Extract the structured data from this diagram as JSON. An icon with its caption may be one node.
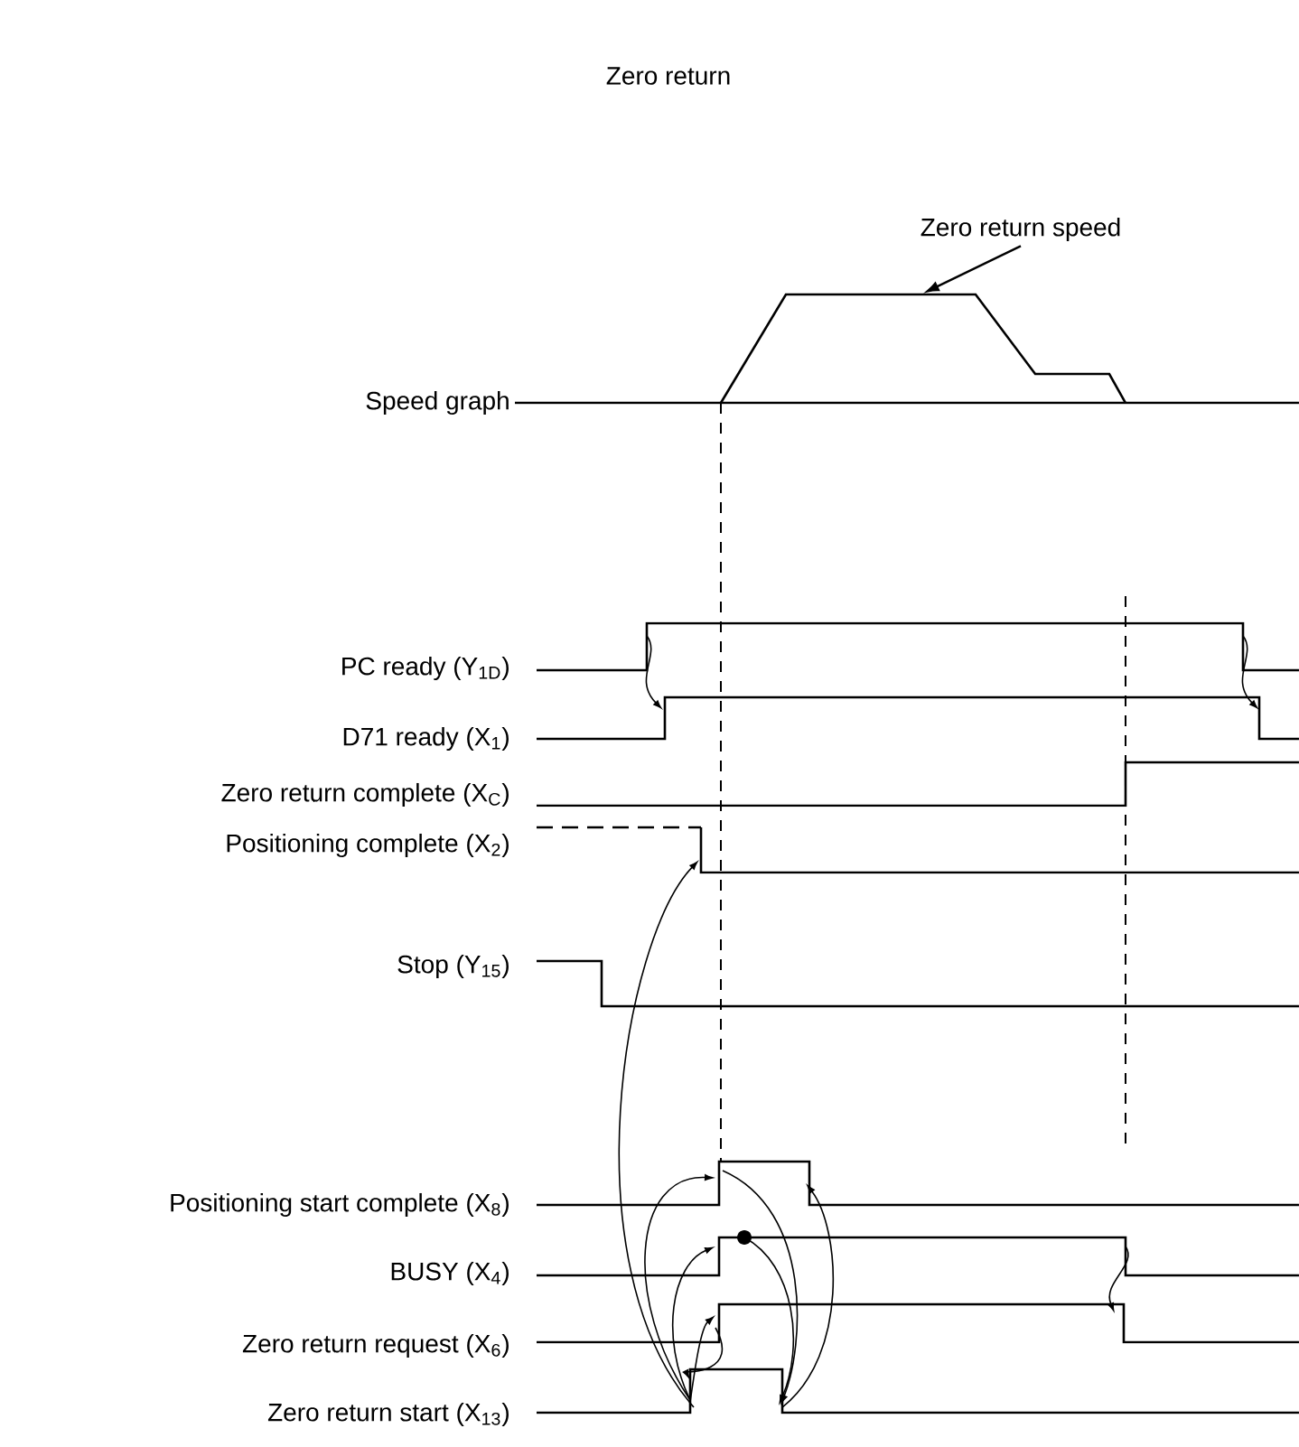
{
  "diagram": {
    "title": "Zero return",
    "nodes": [
      {
        "text": [
          "Zero return speed"
        ]
      },
      {
        "text": [],
        "shape": "picture"
      }
    ],
    "edges": [
      {
        "from": 0,
        "to": 1,
        "arrow": "to"
      }
    ],
    "labels": [
      "Speed graph",
      "PC ready (Y$_{1D}$)",
      "D71 ready (X$_{1}$)",
      "Zero return complete (X$_{C}$)",
      "Positioning complete (X$_{2}$)",
      "Stop (Y$_{15}$)",
      "Positioning start complete (X$_{8}$)",
      "BUSY (X$_{4}$)",
      "Zero return request (X$_{6}$)",
      "Zero return start (X$_{13}$)"
    ]
  }
}
